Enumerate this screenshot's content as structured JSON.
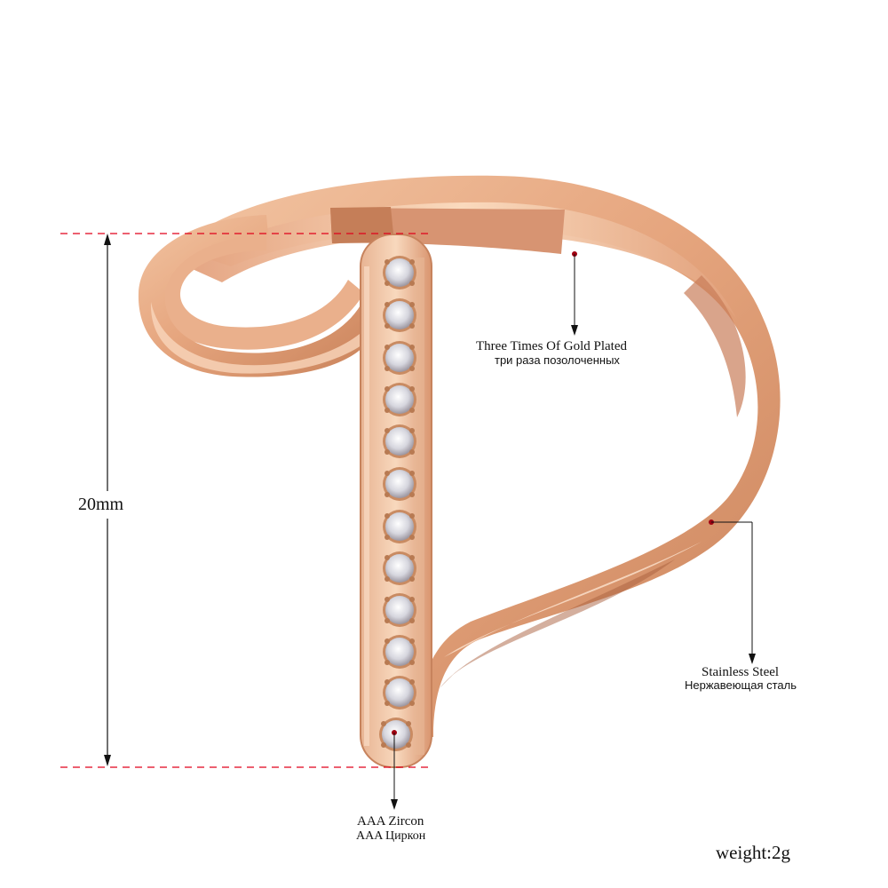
{
  "product": {
    "type": "ring",
    "design": "open bypass ring with pavé bar",
    "stone_count": 12,
    "colors": {
      "metal_light": "#f6d0b0",
      "metal_mid": "#e3a07a",
      "metal_dark": "#b86b45",
      "stone": "#dcdce4",
      "guide_line": "#e0001b",
      "marker_dot": "#a00010",
      "annotation_line": "#111111"
    }
  },
  "dimension": {
    "height_label": "20mm"
  },
  "annotations": {
    "plating": {
      "en": "Three Times Of Gold Plated",
      "ru": "три раза позолоченных"
    },
    "material": {
      "en": "Stainless Steel",
      "ru": "Нержавеющая сталь"
    },
    "stone": {
      "en": "AAA Zircon",
      "ru": "AAA Циркон"
    }
  },
  "weight_label": "weight:2g"
}
